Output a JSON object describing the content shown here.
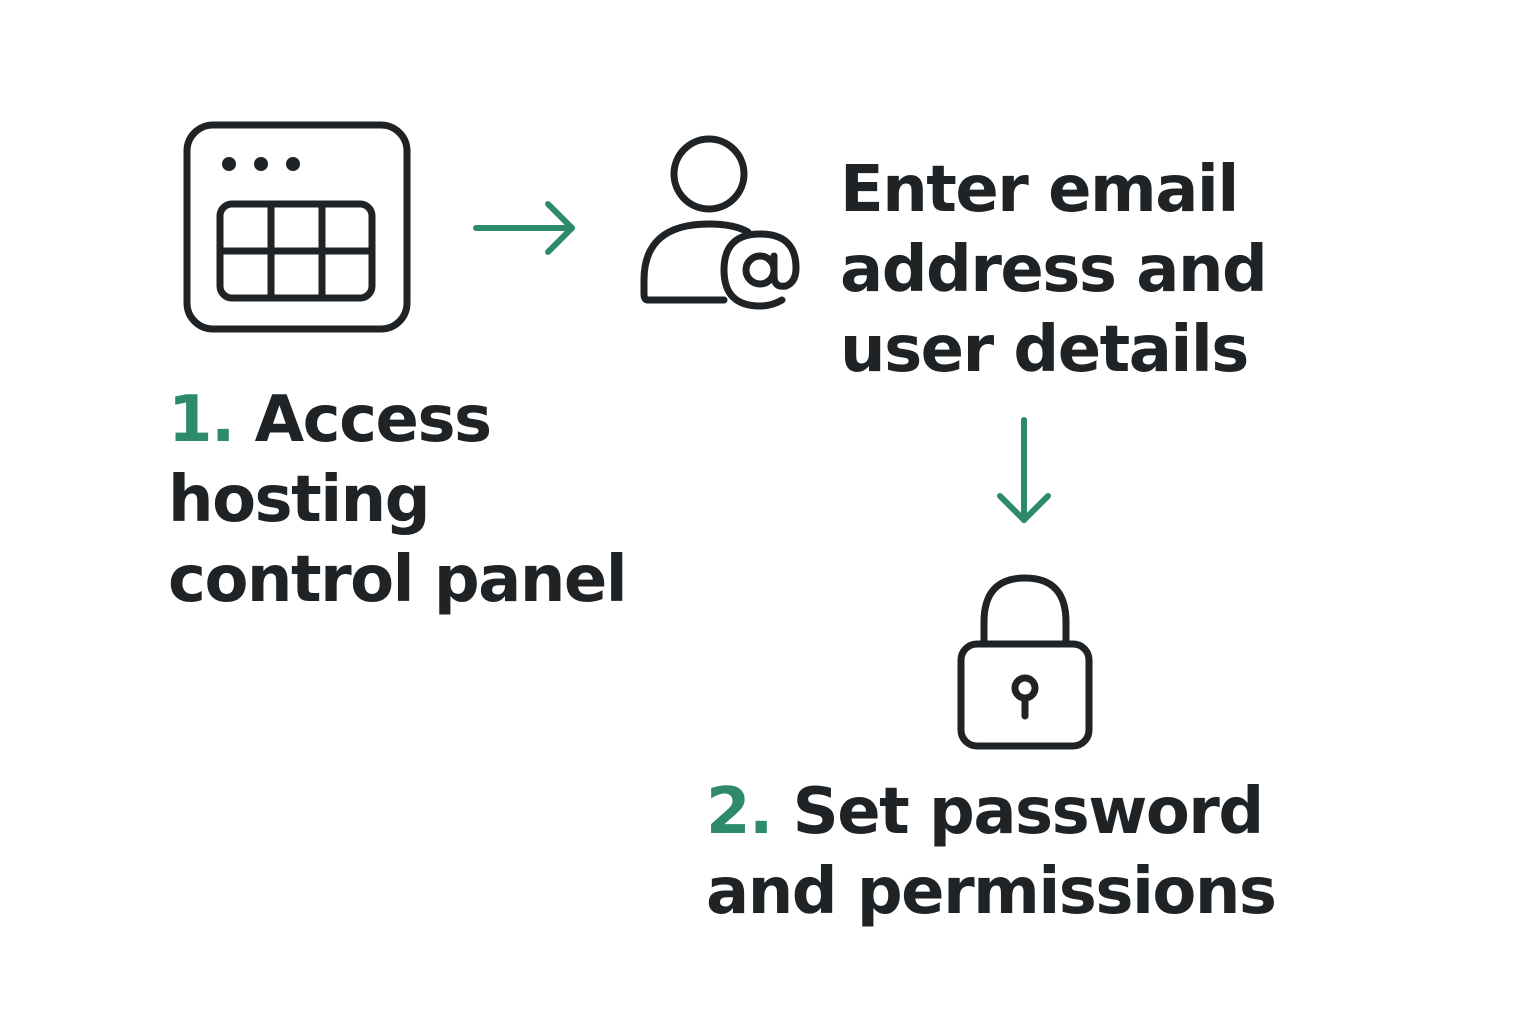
{
  "colors": {
    "text": "#1f2326",
    "accent": "#2e8b6a",
    "icon_stroke": "#1f2326",
    "background": "#ffffff"
  },
  "steps": [
    {
      "number": "1.",
      "lines": [
        "Access",
        "hosting",
        "control panel"
      ],
      "icon": "control-panel-window-icon"
    },
    {
      "number": "",
      "lines": [
        "Enter email",
        "address and",
        "user details"
      ],
      "icon": "user-email-icon"
    },
    {
      "number": "2.",
      "lines": [
        "Set password",
        "and permissions"
      ],
      "icon": "padlock-icon"
    }
  ],
  "connectors": [
    {
      "from": 1,
      "to": 2,
      "direction": "right",
      "icon": "arrow-right-icon"
    },
    {
      "from": 2,
      "to": 3,
      "direction": "down",
      "icon": "arrow-down-icon"
    }
  ]
}
